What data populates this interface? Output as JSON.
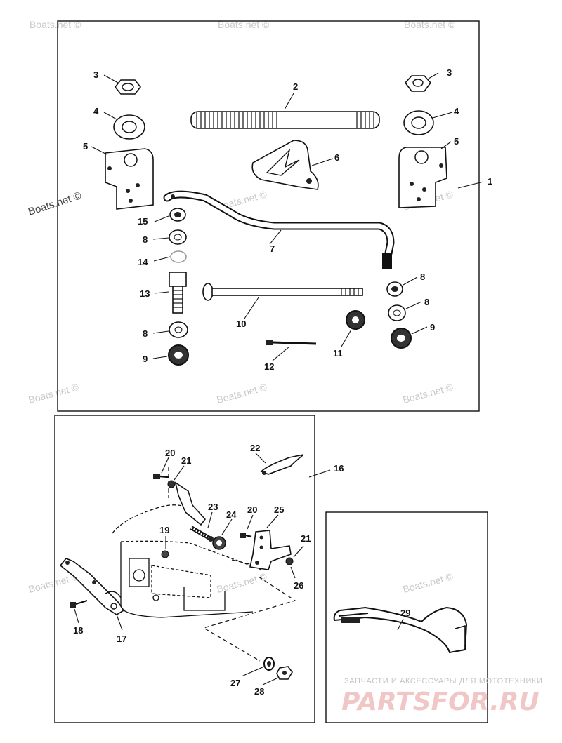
{
  "callouts": {
    "n1": "1",
    "n2": "2",
    "n3a": "3",
    "n3b": "3",
    "n4a": "4",
    "n4b": "4",
    "n5a": "5",
    "n5b": "5",
    "n6": "6",
    "n7": "7",
    "n8a": "8",
    "n8b": "8",
    "n8c": "8",
    "n8d": "8",
    "n9a": "9",
    "n9b": "9",
    "n10": "10",
    "n11": "11",
    "n12": "12",
    "n13": "13",
    "n14": "14",
    "n15": "15",
    "n16": "16",
    "n17": "17",
    "n18": "18",
    "n19": "19",
    "n20a": "20",
    "n20b": "20",
    "n21a": "21",
    "n21b": "21",
    "n22": "22",
    "n23": "23",
    "n24": "24",
    "n25": "25",
    "n26": "26",
    "n27": "27",
    "n28": "28",
    "n29": "29"
  },
  "watermark": "Boats.net ©",
  "brand": {
    "tagline": "ЗАПЧАСТИ И АКСЕССУАРЫ ДЛЯ МОТОТЕХНИКИ",
    "logo": "PARTSFOR.RU"
  }
}
